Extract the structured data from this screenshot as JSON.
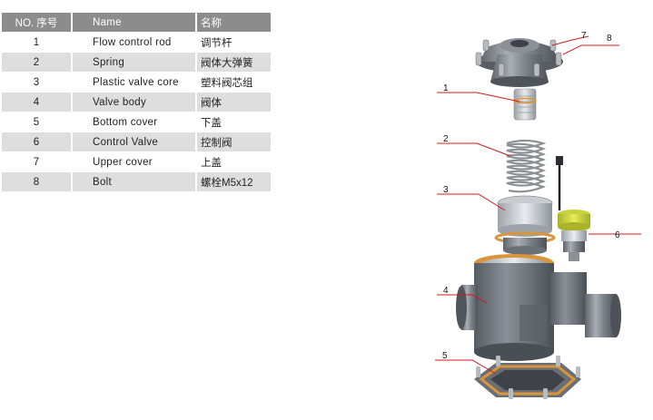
{
  "table": {
    "headers": {
      "no": "NO. 序号",
      "name": "Name",
      "cn": "名称"
    },
    "rows": [
      {
        "no": "1",
        "name": "Flow control rod",
        "cn": "调节杆"
      },
      {
        "no": "2",
        "name": "Spring",
        "cn": "阀体大弹簧"
      },
      {
        "no": "3",
        "name": "Plastic valve core",
        "cn": "塑料阀芯组"
      },
      {
        "no": "4",
        "name": "Valve body",
        "cn": "阀体"
      },
      {
        "no": "5",
        "name": "Bottom cover",
        "cn": "下盖"
      },
      {
        "no": "6",
        "name": "Control Valve",
        "cn": "控制阀"
      },
      {
        "no": "7",
        "name": "Upper cover",
        "cn": "上盖"
      },
      {
        "no": "8",
        "name": "Bolt",
        "cn": "螺栓M5x12"
      }
    ]
  },
  "callouts": {
    "c1": "1",
    "c2": "2",
    "c3": "3",
    "c4": "4",
    "c5": "5",
    "c6": "6",
    "c7": "7",
    "c8": "8"
  },
  "colors": {
    "table_header": "#8c8c8c",
    "table_shade": "#dedede",
    "leader_line": "#d31a1a",
    "body_gray": "#6f747a",
    "gasket_orange": "#d9953a",
    "control_yellow": "#d8e04a"
  }
}
